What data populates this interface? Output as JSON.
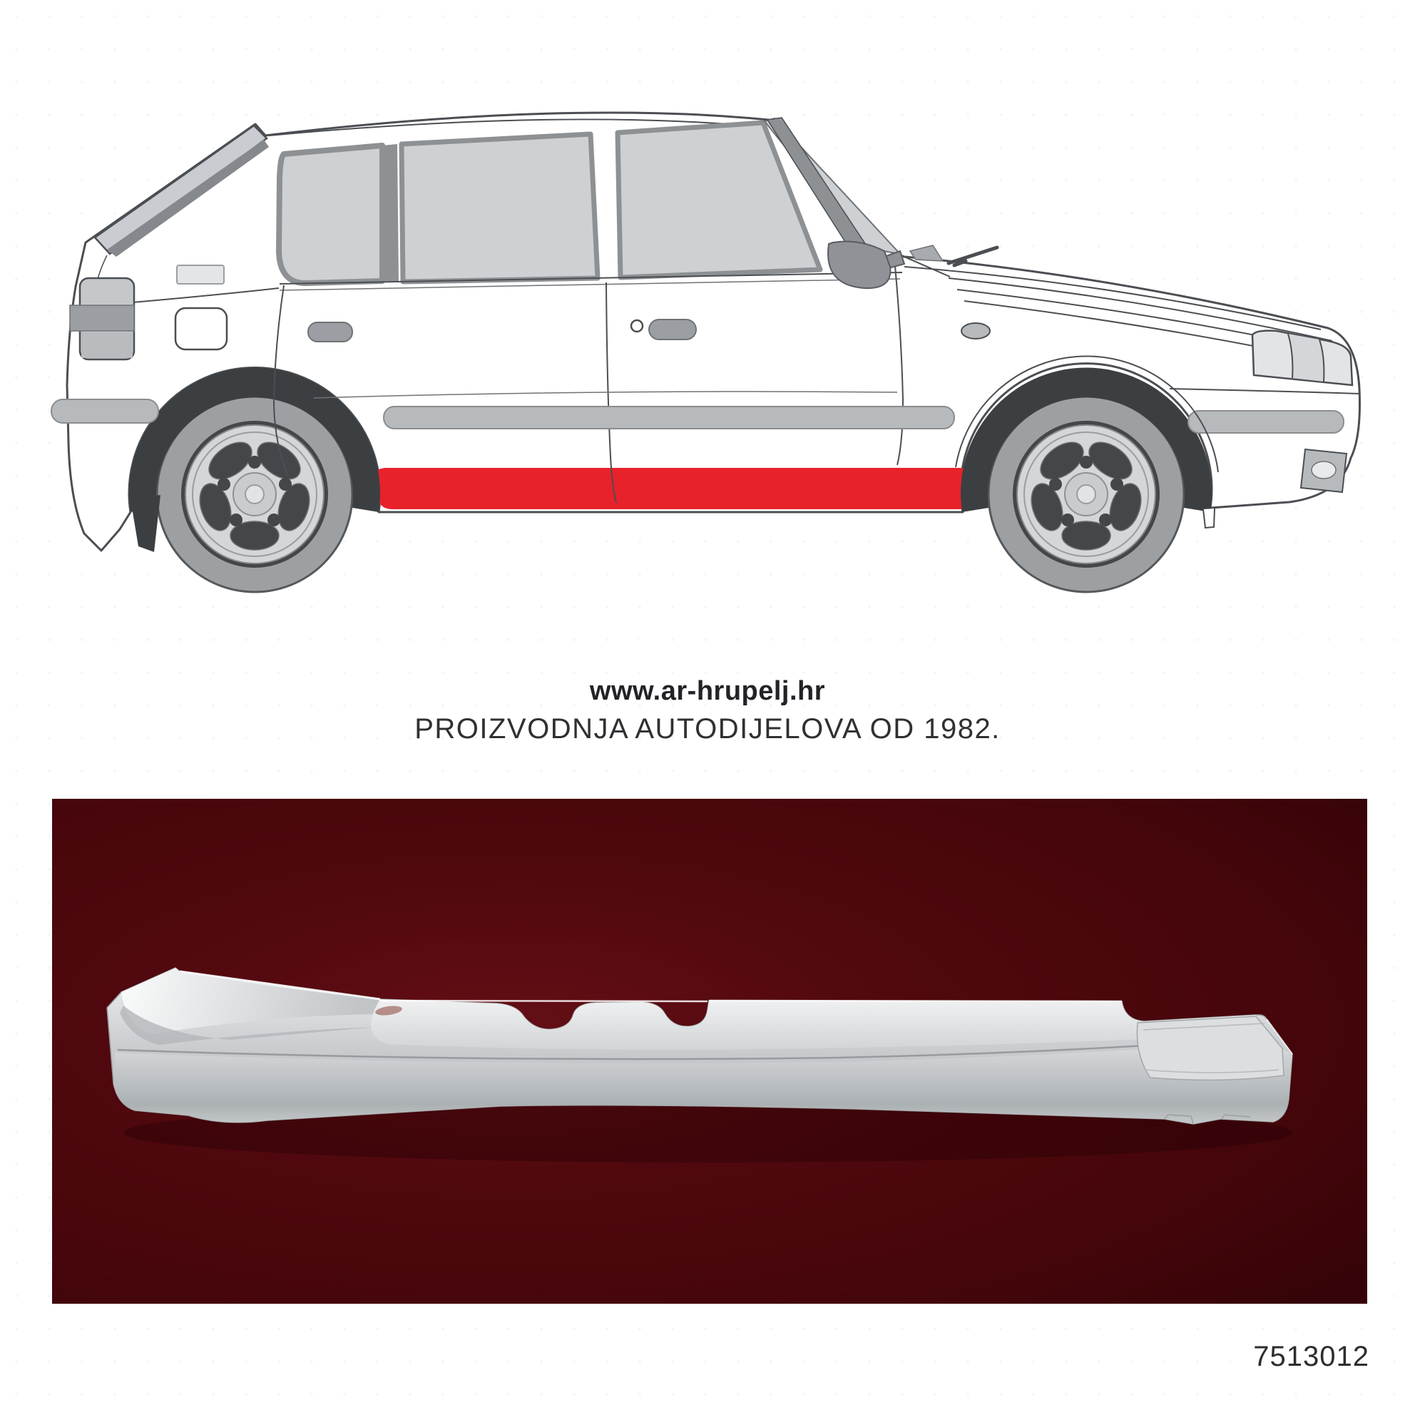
{
  "branding": {
    "website": "www.ar-hrupelj.hr",
    "tagline": "PROIZVODNJA AUTODIJELOVA OD 1982."
  },
  "product": {
    "part_number": "7513012"
  },
  "colors": {
    "highlight_red": "#e8222b",
    "photo_background": "#45060b",
    "line_art": "#4b4e52",
    "window_glass": "#ced1d4",
    "molding_gray": "#b7babd",
    "arch_dark": "#3c3f42"
  },
  "diagram": {
    "label": "car-side-view-part-location-diagram"
  },
  "photo": {
    "label": "rocker-sill-panel-product-photo"
  }
}
